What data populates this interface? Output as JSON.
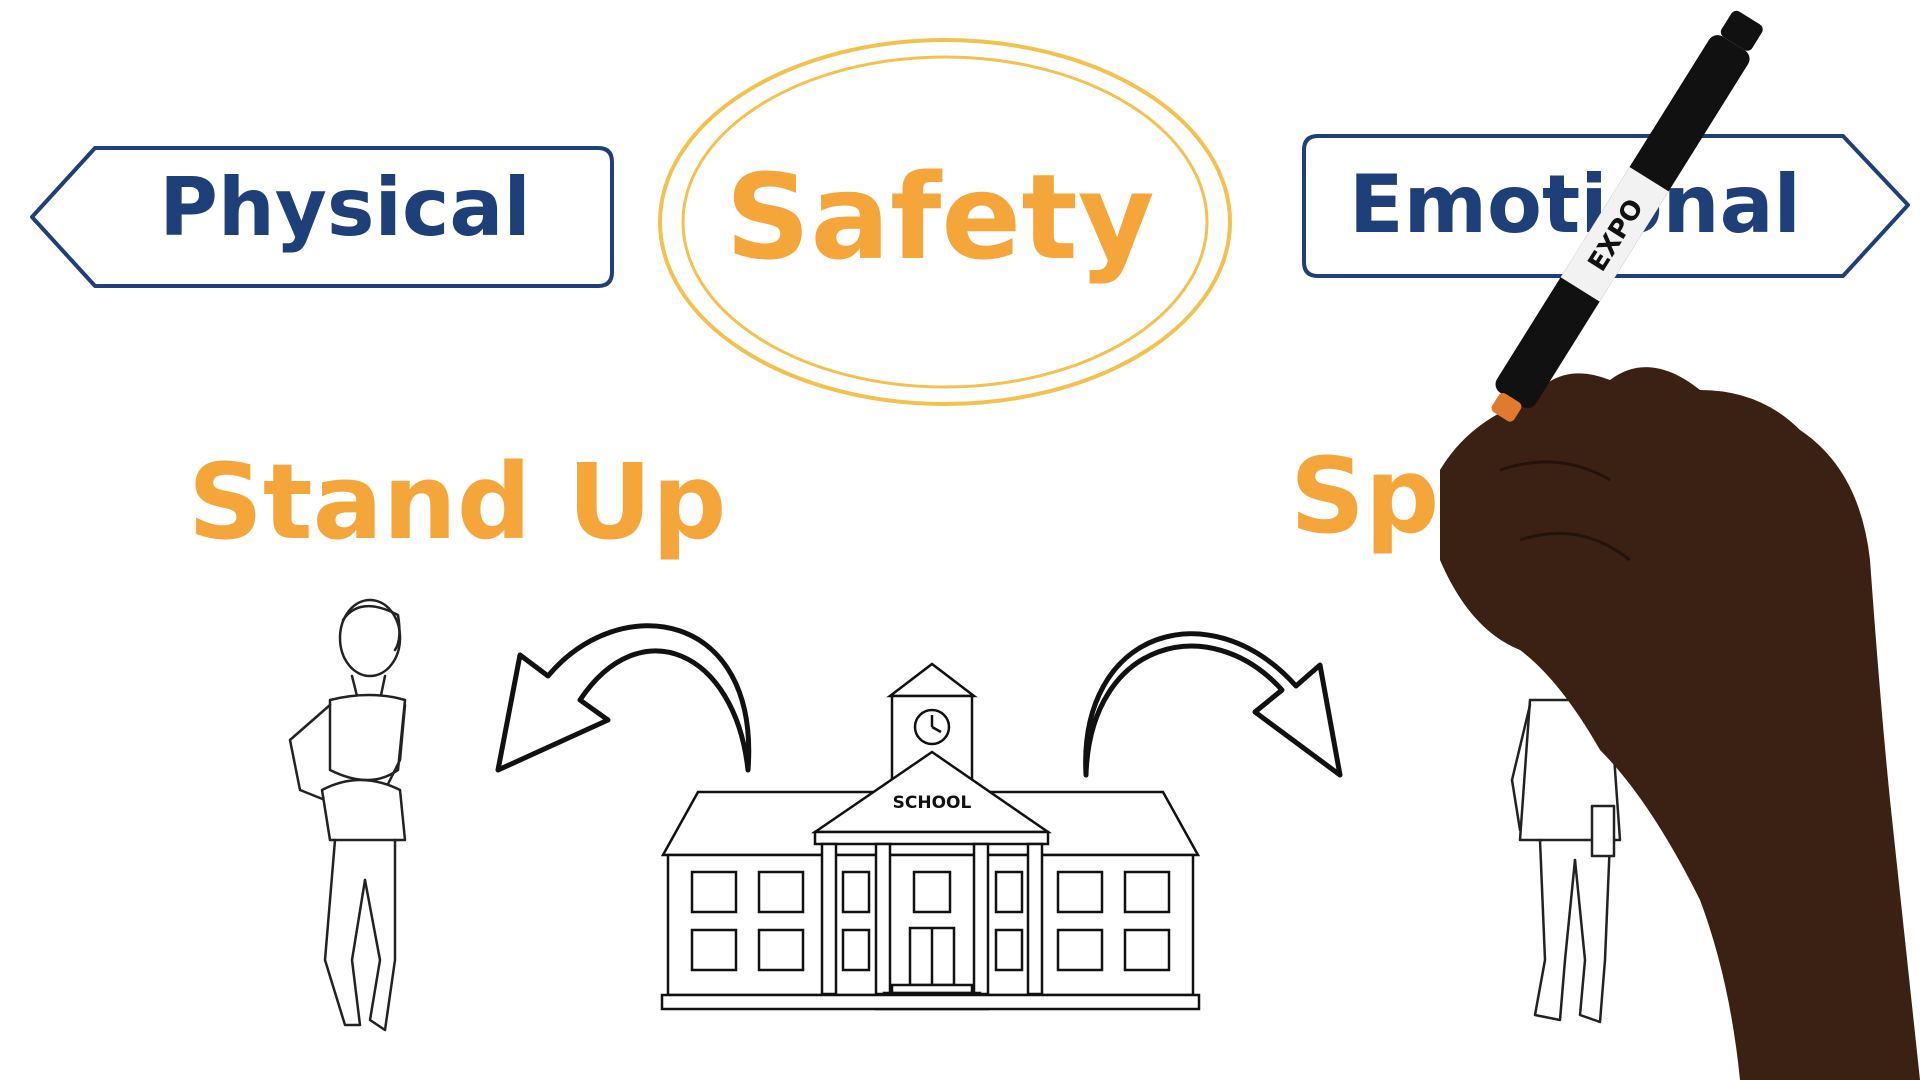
{
  "title": "Safety",
  "left_tag": "Physical",
  "right_tag": "Emotional",
  "left_caption": "Stand Up",
  "right_caption": "Sp",
  "school_sign": "SCHOOL",
  "marker_brand": "EXPO",
  "colors": {
    "navy": "#1f3f78",
    "orange": "#f4a63a",
    "ellipse": "#f2c14e",
    "skin": "#3b2114",
    "ink": "#111111"
  }
}
